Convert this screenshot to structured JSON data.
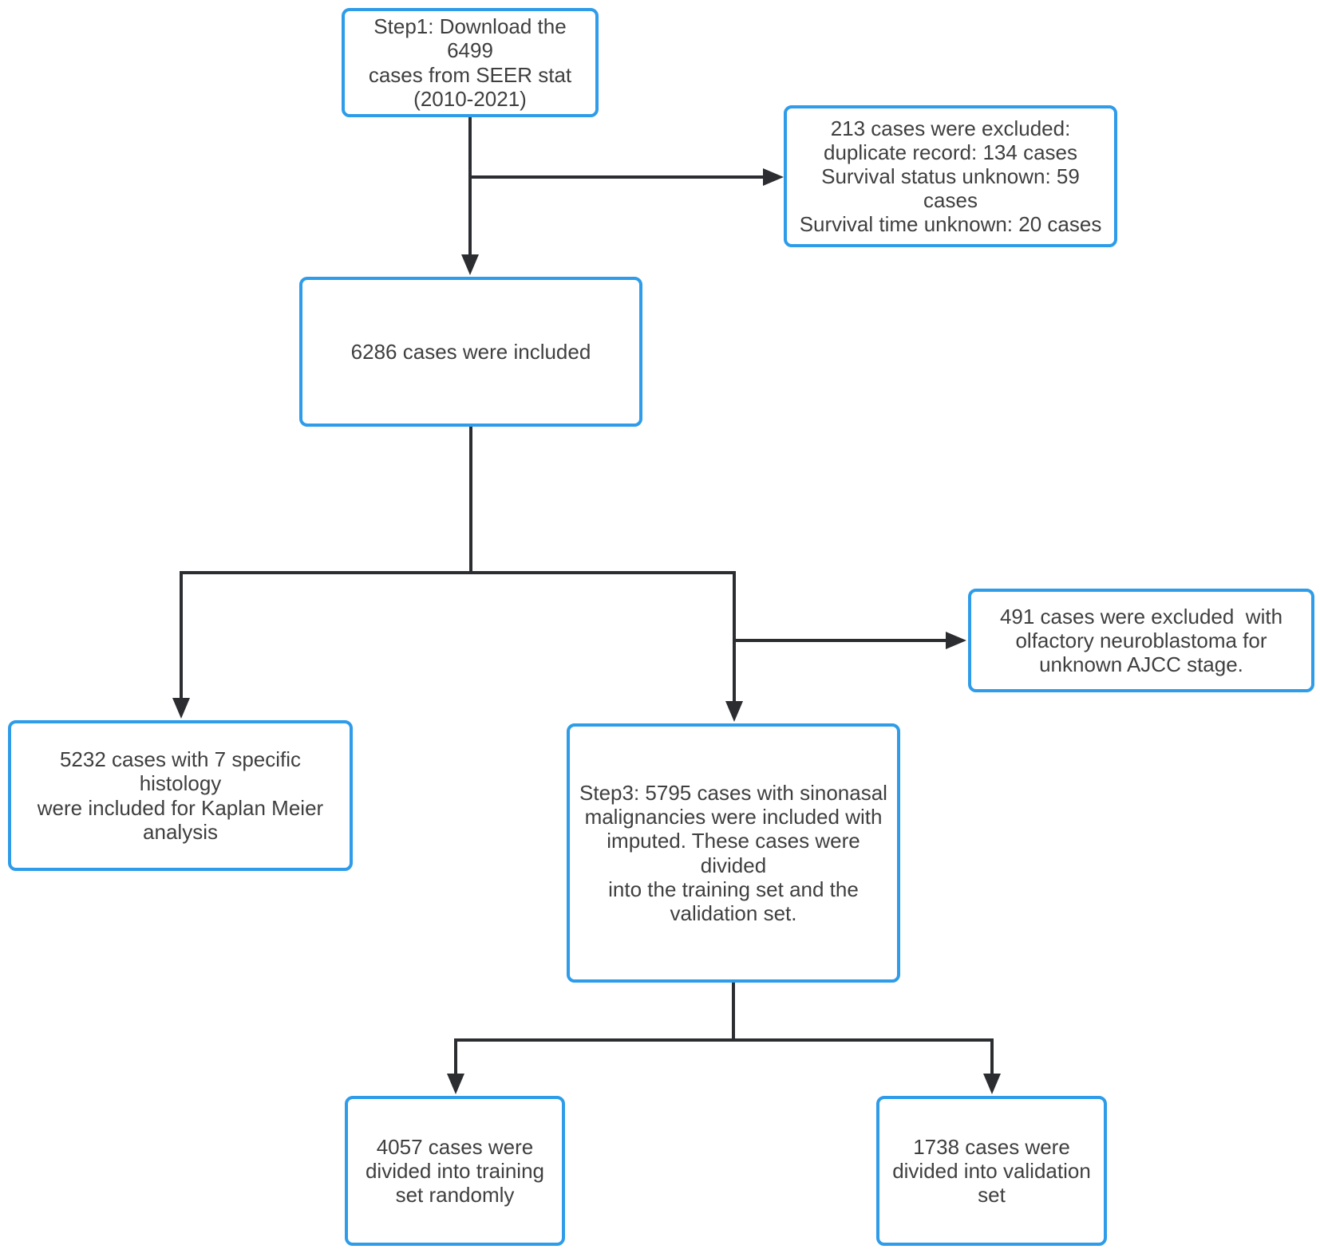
{
  "colors": {
    "box_border": "#2e9ce9",
    "connector": "#2b2d31",
    "text": "#3f3f3f",
    "background": "#ffffff"
  },
  "flowchart": {
    "boxes": {
      "step1": {
        "text": "Step1: Download the 6499\ncases from SEER stat\n(2010-2021)"
      },
      "excluded_213": {
        "text": "213 cases were excluded:\nduplicate record: 134 cases\nSurvival status unknown: 59 cases\nSurvival time unknown: 20 cases"
      },
      "included_6286": {
        "text": "6286 cases were included"
      },
      "excluded_491": {
        "text": "491 cases were excluded  with\nolfactory neuroblastoma for\nunknown AJCC stage."
      },
      "kaplan_meier_5232": {
        "text": "5232 cases with 7 specific histology\nwere included for Kaplan Meier\nanalysis"
      },
      "step3": {
        "text": "Step3: 5795 cases with sinonasal\nmalignancies were included with\nimputed. These cases were divided\ninto the training set and the\nvalidation set."
      },
      "training_4057": {
        "text": "4057 cases were\ndivided into training\nset randomly"
      },
      "validation_1738": {
        "text": "1738 cases were\ndivided into validation\nset"
      }
    }
  }
}
